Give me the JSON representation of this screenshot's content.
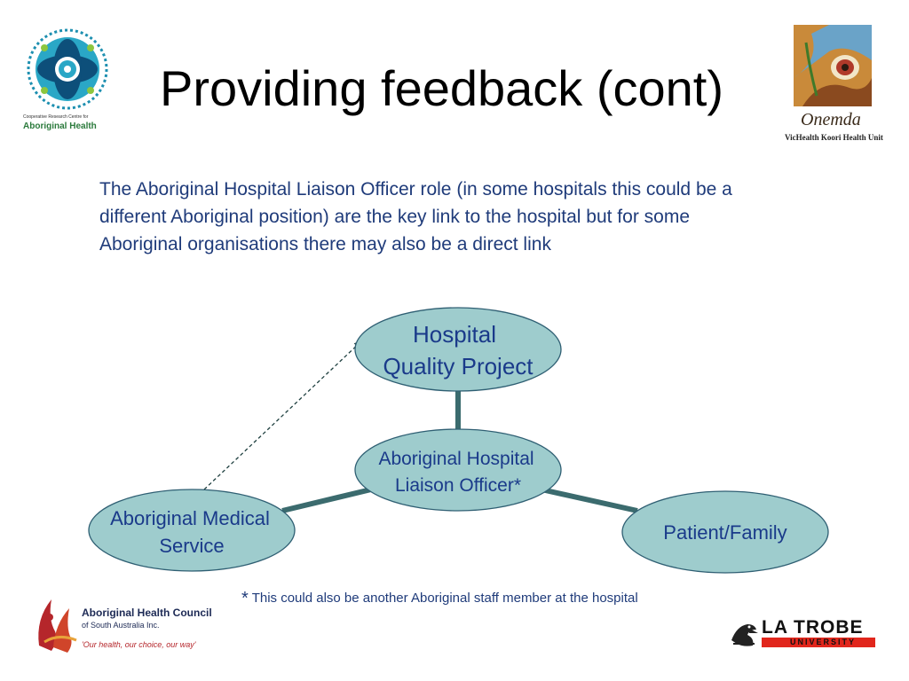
{
  "slide": {
    "title": "Providing feedback (cont)",
    "intro": "The Aboriginal Hospital Liaison Officer role (in some hospitals this could be a different Aboriginal position) are the key link to the hospital but for some Aboriginal organisations there may also be a direct link",
    "footnote_star": "*",
    "footnote": "This could also be another Aboriginal staff member at the hospital"
  },
  "diagram": {
    "nodes": {
      "hospital_quality": {
        "line1": "Hospital",
        "line2": "Quality Project"
      },
      "liaison_officer": {
        "line1": "Aboriginal Hospital",
        "line2": "Liaison Officer*"
      },
      "medical_service": {
        "line1": "Aboriginal Medical",
        "line2": "Service"
      },
      "patient_family": {
        "line1": "Patient/Family"
      }
    },
    "colors": {
      "node_fill": "#9ecccd",
      "node_stroke": "#2f5f73",
      "connector": "#3b6b6e",
      "text": "#1a3a8a"
    }
  },
  "logos": {
    "crc": {
      "line1": "Cooperative Research Centre for",
      "line2": "Aboriginal Health"
    },
    "onemda": {
      "name": "Onemda",
      "subtitle": "VicHealth Koori Health Unit"
    },
    "ahc": {
      "line1": "Aboriginal Health Council",
      "line2": "of South Australia Inc.",
      "tagline": "'Our health, our choice, our way'"
    },
    "latrobe": {
      "line1": "LA TROBE",
      "line2": "UNIVERSITY"
    }
  }
}
